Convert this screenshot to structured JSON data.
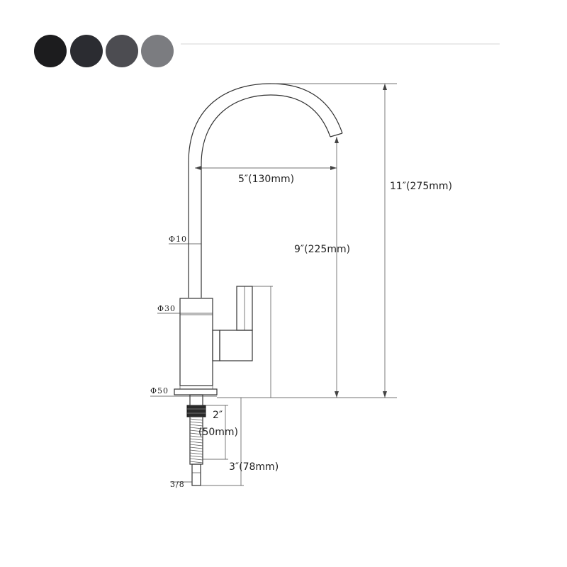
{
  "color_options": [
    {
      "name": "black",
      "hex": "#1c1c1e"
    },
    {
      "name": "gunmetal",
      "hex": "#2b2c31"
    },
    {
      "name": "dark-gray",
      "hex": "#4c4c51"
    },
    {
      "name": "light-gray",
      "hex": "#7b7c80"
    }
  ],
  "dimensions": {
    "spout_reach": "5″(130mm)",
    "total_height": "11″(275mm)",
    "spout_height": "9″(225mm)",
    "pipe_diameter": "Φ10",
    "body_diameter": "Φ30",
    "base_diameter": "Φ50",
    "shank_length_inch": "2″",
    "shank_length_mm": "(50mm)",
    "connector_length": "3″(78mm)",
    "connector_thread": "3/8"
  }
}
